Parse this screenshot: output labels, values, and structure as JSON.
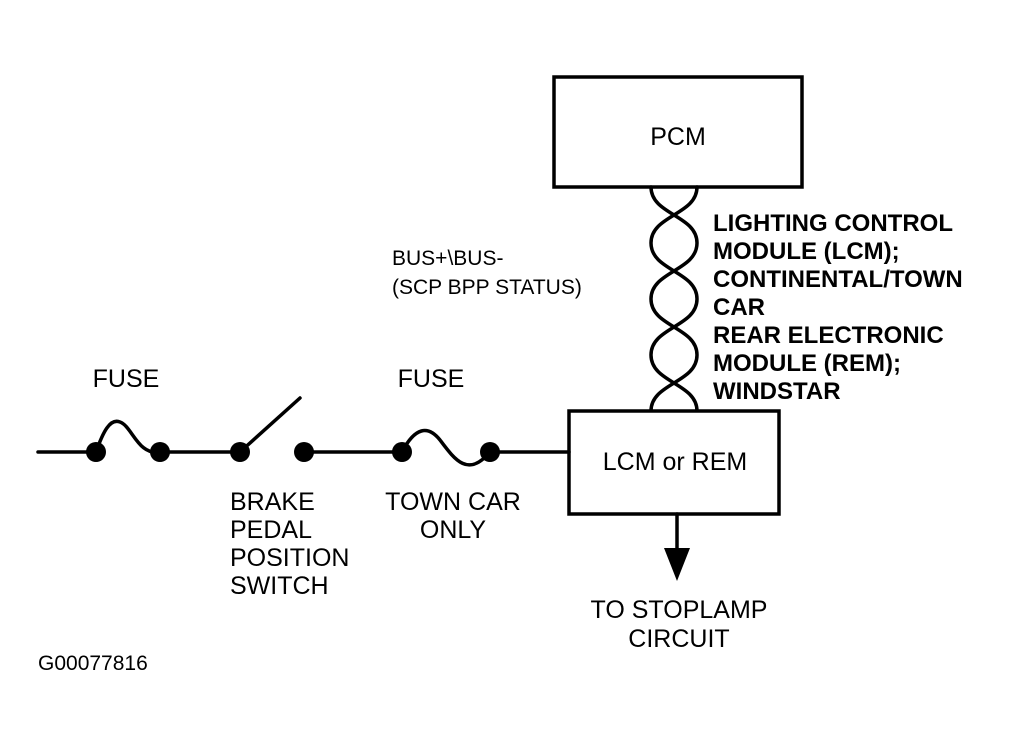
{
  "pcm_label": "PCM",
  "module_label": "LCM or REM",
  "bus_label": [
    "BUS+\\BUS-",
    "(SCP BPP STATUS)"
  ],
  "module_note": [
    "LIGHTING CONTROL",
    "MODULE (LCM);",
    "CONTINENTAL/TOWN",
    "CAR",
    "REAR ELECTRONIC",
    "MODULE (REM);",
    "WINDSTAR"
  ],
  "fuse1_label": "FUSE",
  "fuse2_label": "FUSE",
  "switch_label": [
    "BRAKE",
    "PEDAL",
    "POSITION",
    "SWITCH"
  ],
  "fuse2_note": [
    "TOWN CAR",
    "ONLY"
  ],
  "output_label": [
    "TO STOPLAMP",
    "CIRCUIT"
  ],
  "figure_id": "G00077816"
}
